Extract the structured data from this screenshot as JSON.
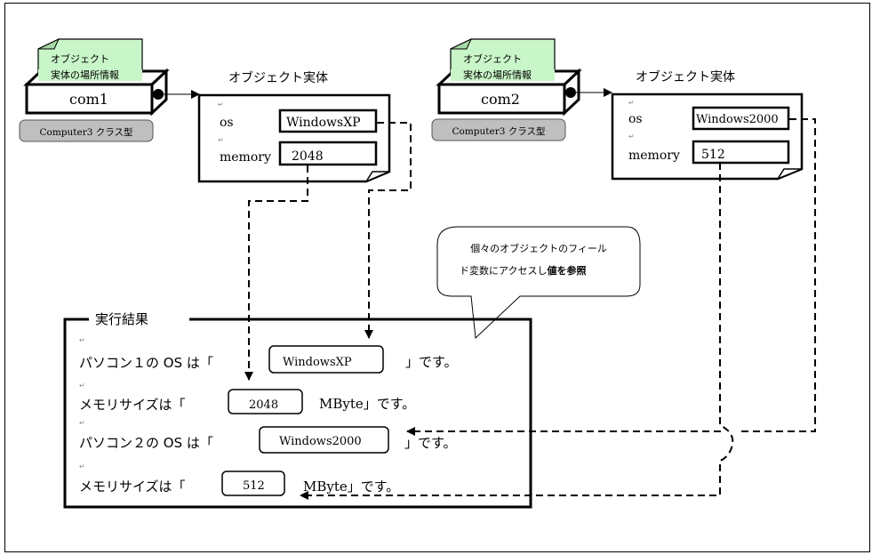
{
  "diagram": {
    "colors": {
      "note_fill": "#c9f6c9",
      "note_fold": "#a8d8a8",
      "class_badge_fill": "#bfbfbf",
      "line": "#000000",
      "return_mark": "#8a8a8a"
    },
    "return_mark": "↵",
    "variables": [
      {
        "name": "com1",
        "note_line1": "オブジェクト",
        "note_line2": "実体の場所情報",
        "class_label": "Computer3 クラス型"
      },
      {
        "name": "com2",
        "note_line1": "オブジェクト",
        "note_line2": "実体の場所情報",
        "class_label": "Computer3 クラス型"
      }
    ],
    "objects": [
      {
        "title": "オブジェクト実体",
        "os_label": "os",
        "os_value": "WindowsXP",
        "memory_label": "memory",
        "memory_value": "2048"
      },
      {
        "title": "オブジェクト実体",
        "os_label": "os",
        "os_value": "Windows2000",
        "memory_label": "memory",
        "memory_value": "512"
      }
    ],
    "callout": {
      "line1": "個々のオブジェクトのフィール",
      "line2_plain": "ド変数にアクセスし",
      "line2_bold": "値を参照"
    },
    "result": {
      "title": "実行結果",
      "lines": [
        {
          "prefix": "パソコン１の OS は「",
          "value": "WindowsXP",
          "suffix": "」です。"
        },
        {
          "prefix": "メモリサイズは「",
          "value": "2048",
          "suffix": "MByte」です。"
        },
        {
          "prefix": "パソコン２の OS は「",
          "value": "Windows2000",
          "suffix": "」です。"
        },
        {
          "prefix": "メモリサイズは「",
          "value": "512",
          "suffix": "MByte」です。"
        }
      ]
    }
  }
}
